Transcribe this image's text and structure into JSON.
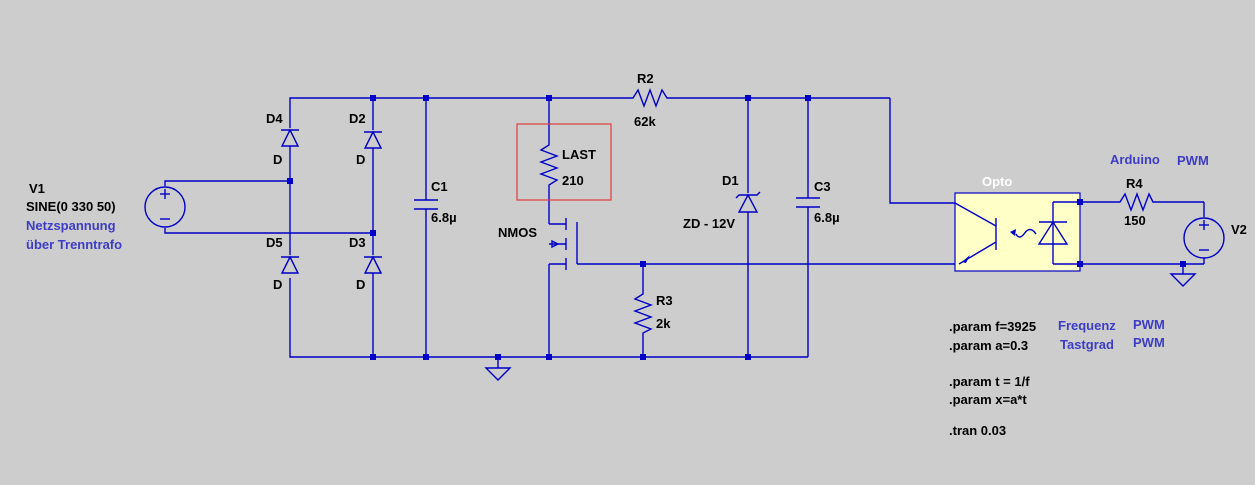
{
  "components": {
    "v1": {
      "name": "V1",
      "value": "SINE(0 330 50)",
      "comment1": "Netzspannung",
      "comment2": "über Trenntrafo"
    },
    "d4": {
      "name": "D4",
      "model": "D"
    },
    "d2": {
      "name": "D2",
      "model": "D"
    },
    "d5": {
      "name": "D5",
      "model": "D"
    },
    "d3": {
      "name": "D3",
      "model": "D"
    },
    "c1": {
      "name": "C1",
      "value": "6.8µ"
    },
    "r2": {
      "name": "R2",
      "value": "62k"
    },
    "last": {
      "name": "LAST",
      "value": "210"
    },
    "nmos": {
      "name": "NMOS"
    },
    "r3": {
      "name": "R3",
      "value": "2k"
    },
    "d1": {
      "name": "D1",
      "model": "ZD - 12V"
    },
    "c3": {
      "name": "C3",
      "value": "6.8µ"
    },
    "opto": {
      "name": "Opto"
    },
    "r4": {
      "name": "R4",
      "value": "150"
    },
    "v2": {
      "name": "V2",
      "comment1": "Arduino",
      "comment2": "PWM"
    }
  },
  "directives": {
    "param_f": ".param f=3925",
    "param_a": ".param a=0.3",
    "param_t": ".param t = 1/f",
    "param_x": ".param x=a*t",
    "tran": ".tran 0.03",
    "comment_f": "Frequenz",
    "comment_f_pwm": "PWM",
    "comment_a": "Tastgrad",
    "comment_a_pwm": "PWM"
  },
  "colors": {
    "background": "#cdcdcd",
    "wire": "#0000c8",
    "opto_fill": "#ffffc8",
    "highlight_box": "#e03c3c",
    "comment_text": "#3c3cc8"
  }
}
